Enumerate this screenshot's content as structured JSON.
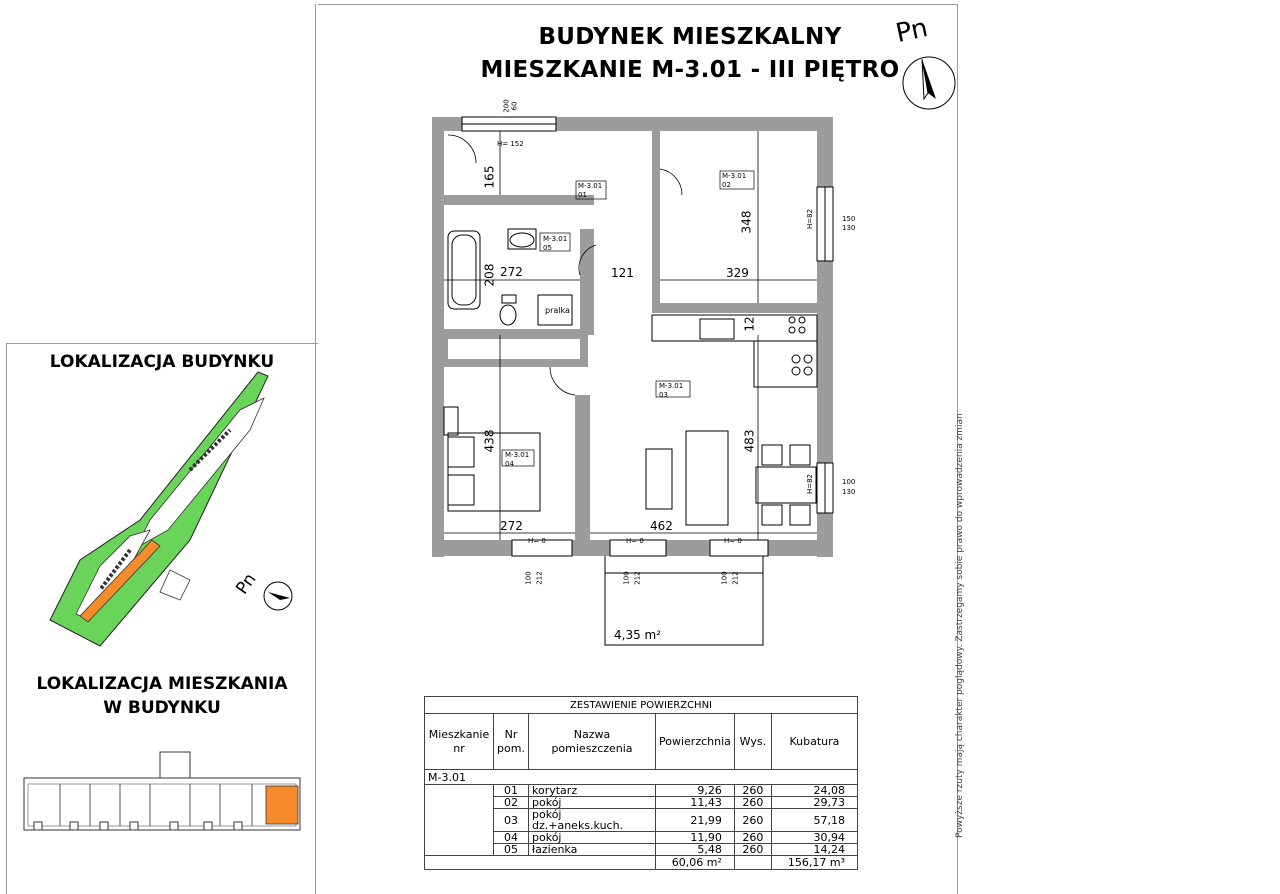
{
  "header": {
    "line1": "BUDYNEK MIESZKALNY",
    "line2": "MIESZKANIE M-3.01 - III PIĘTRO",
    "north_label": "Pn"
  },
  "left_panel": {
    "building_location_title": "LOKALIZACJA BUDYNKU",
    "apartment_location_title_1": "LOKALIZACJA MIESZKANIA",
    "apartment_location_title_2": "W BUDYNKU",
    "north_label": "Pn",
    "highlight_color": "#f58b2a",
    "site_green_color": "#6ad35a"
  },
  "plan": {
    "rooms": [
      {
        "id": "M-3.01",
        "num": "01"
      },
      {
        "id": "M-3.01",
        "num": "02"
      },
      {
        "id": "M-3.01",
        "num": "03"
      },
      {
        "id": "M-3.01",
        "num": "04"
      },
      {
        "id": "M-3.01",
        "num": "05"
      }
    ],
    "dims": {
      "d165": "165",
      "d348": "348",
      "d208": "208",
      "d272a": "272",
      "d121": "121",
      "d329": "329",
      "d12": "12",
      "d438": "438",
      "d483": "483",
      "d272b": "272",
      "d462": "462"
    },
    "window_labels": {
      "top_a": "200",
      "top_b": "60",
      "top_h": "H= 152",
      "right1_h": "H=82",
      "right1_a": "150",
      "right1_b": "130",
      "right2_h": "H=82",
      "right2_a": "100",
      "right2_b": "130",
      "bot_h": "H= 0",
      "bot_a": "100",
      "bot_b": "212"
    },
    "pralka": "pralka",
    "balcony_area": "4,35 m²"
  },
  "area_table": {
    "caption": "ZESTAWIENIE POWIERZCHNI",
    "headers": [
      "Mieszkanie nr",
      "Nr pom.",
      "Nazwa pomieszczenia",
      "Powierzchnia",
      "Wys.",
      "Kubatura"
    ],
    "group": "M-3.01",
    "rows": [
      {
        "nr": "01",
        "name": "korytarz",
        "area": "9,26",
        "h": "260",
        "vol": "24,08"
      },
      {
        "nr": "02",
        "name": "pokój",
        "area": "11,43",
        "h": "260",
        "vol": "29,73"
      },
      {
        "nr": "03",
        "name": "pokój dz.+aneks.kuch.",
        "area": "21,99",
        "h": "260",
        "vol": "57,18"
      },
      {
        "nr": "04",
        "name": "pokój",
        "area": "11,90",
        "h": "260",
        "vol": "30,94"
      },
      {
        "nr": "05",
        "name": "łazienka",
        "area": "5,48",
        "h": "260",
        "vol": "14,24"
      }
    ],
    "total_area": "60,06 m²",
    "total_volume": "156,17 m³"
  },
  "side_note": "Powyższe rzuty mają charakter poglądowy. Zastrzegamy sobie prawo do wprowadzenia zmian"
}
